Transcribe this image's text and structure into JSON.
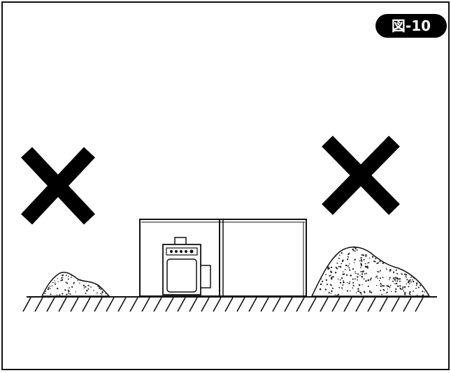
{
  "figure": {
    "label": "図-10",
    "label_bg": "#000000",
    "label_fg": "#ffffff",
    "line_color": "#111111",
    "mark_color": "#000000",
    "dot_color": "#222222",
    "marks": [
      {
        "name": "prohibited-cross-icon-left",
        "meaning": "prohibited"
      },
      {
        "name": "prohibited-cross-icon-right",
        "meaning": "prohibited"
      }
    ],
    "objects": [
      {
        "name": "small-sand-pile"
      },
      {
        "name": "large-sand-pile"
      },
      {
        "name": "outdoor-unit-cabinet"
      },
      {
        "name": "ground-hatching"
      }
    ]
  }
}
